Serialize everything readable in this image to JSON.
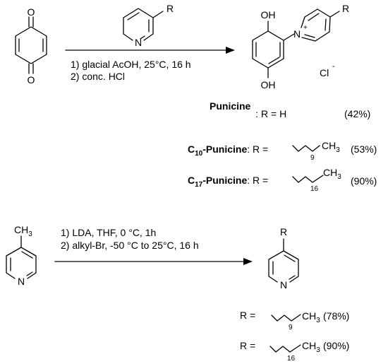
{
  "reaction1": {
    "arrow_conditions": [
      "1) glacial AcOH, 25°C, 16 h",
      "2) conc. HCl"
    ],
    "reagent_substituent": "R",
    "reactant_atoms": {
      "o_top": "O",
      "o_bottom": "O"
    },
    "product_atoms": {
      "oh_top": "OH",
      "oh_bottom": "OH",
      "n_plus": "N",
      "plus": "+",
      "r": "R",
      "chloride": "Cl",
      "minus": "-"
    },
    "products": [
      {
        "name": "Punicine",
        "eq": ": R = H",
        "yield": "(42%)"
      },
      {
        "name_pre": "C",
        "name_sub": "10",
        "name_post": "-Punicine",
        "eq": ": R =",
        "chain_sub": "9",
        "chain_end": "CH",
        "chain_end_sub": "3",
        "yield": "(53%)"
      },
      {
        "name_pre": "C",
        "name_sub": "17",
        "name_post": "-Punicine",
        "eq": ": R =",
        "chain_sub": "16",
        "chain_end": "CH",
        "chain_end_sub": "3",
        "yield": "(90%)"
      }
    ]
  },
  "reaction2": {
    "arrow_conditions": [
      "1) LDA, THF, 0 °C, 1h",
      "2) alkyl-Br, -50 °C to 25°C, 16 h"
    ],
    "reactant_atoms": {
      "ch3": "CH",
      "ch3_sub": "3",
      "n": "N"
    },
    "product_atoms": {
      "r": "R",
      "n": "N"
    },
    "products": [
      {
        "eq": "R =",
        "chain_sub": "9",
        "chain_end": "CH",
        "chain_end_sub": "3",
        "yield": "(78%)"
      },
      {
        "eq": "R =",
        "chain_sub": "16",
        "chain_end": "CH",
        "chain_end_sub": "3",
        "yield": "(90%)"
      }
    ]
  }
}
